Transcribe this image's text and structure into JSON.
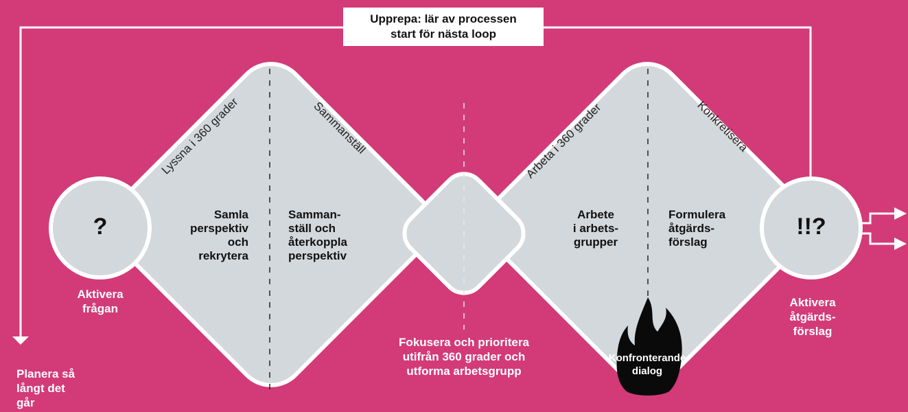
{
  "loop_label": {
    "line1": "Upprepa: lär av processen",
    "line2": "start för nästa loop"
  },
  "start_node": {
    "symbol": "?",
    "label_line1": "Aktivera",
    "label_line2": "frågan"
  },
  "end_node": {
    "symbol": "!!?",
    "label_line1": "Aktivera",
    "label_line2": "åtgärds-",
    "label_line3": "förslag"
  },
  "plan_label": {
    "line1": "Planera så",
    "line2": "långt det",
    "line3": "går"
  },
  "diamond1": {
    "phase_left": "Lyssna i 360 grader",
    "phase_right": "Sammanställ",
    "step_left": [
      "Samla",
      "perspektiv",
      "och",
      "rekrytera"
    ],
    "step_right": [
      "Samman-",
      "ställ och",
      "återkoppla",
      "perspektiv"
    ]
  },
  "middle": {
    "line1": "Fokusera och prioritera",
    "line2": "utifrån 360 grader och",
    "line3": "utforma arbetsgrupp"
  },
  "diamond2": {
    "phase_left": "Arbeta i 360 grader",
    "phase_right": "Konkretisera",
    "step_left": [
      "Arbete",
      "i arbets-",
      "grupper"
    ],
    "step_right": [
      "Formulera",
      "åtgärds-",
      "förslag"
    ]
  },
  "flame": {
    "line1": "Konfronterande",
    "line2": "dialog"
  },
  "colors": {
    "background": "#d33a78",
    "shape_fill": "#d3d8dc",
    "outline": "#ffffff",
    "text": "#111111"
  }
}
